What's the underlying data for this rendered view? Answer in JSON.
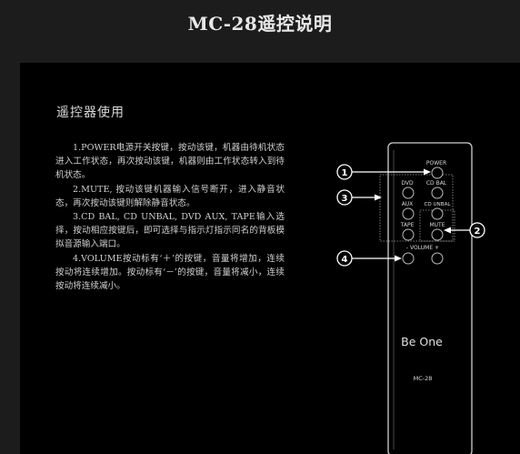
{
  "document": {
    "title": "MC-28遥控说明",
    "section_heading": "遥控器使用",
    "paragraphs": [
      "1.POWER电源开关按键，按动该键，机器由待机状态进入工作状态，再次按动该键，机器则由工作状态转入到待机状态。",
      "2.MUTE, 按动该键机器输入信号断开，进入静音状态，再次按动该键则解除静音状态。",
      "3.CD BAL, CD UNBAL, DVD AUX, TAPE输入选择，按动相应按键后，即可选择与指示灯指示同名的背板模拟音源输入端口。",
      "4.VOLUME按动标有‘＋’的按键，音量将增加，连续按动将连续增加。按动标有‘－’的按键，音量将减小，连续按动将连续减小。"
    ]
  },
  "remote": {
    "power_label": "POWER",
    "dvd_label": "DVD",
    "cd_bal_label": "CD BAL",
    "aux_label": "AUX",
    "cd_unbal_label": "CD UNBAL",
    "tape_label": "TAPE",
    "mute_label": "MUTE",
    "volume_label": "- VOLUME +",
    "brand": "Be One",
    "model": "MC-28"
  },
  "callouts": [
    "1",
    "2",
    "3",
    "4"
  ],
  "colors": {
    "background": "#1c1c1c",
    "panel": "#000000",
    "text": "#d0d0d0",
    "line": "#ffffff"
  }
}
